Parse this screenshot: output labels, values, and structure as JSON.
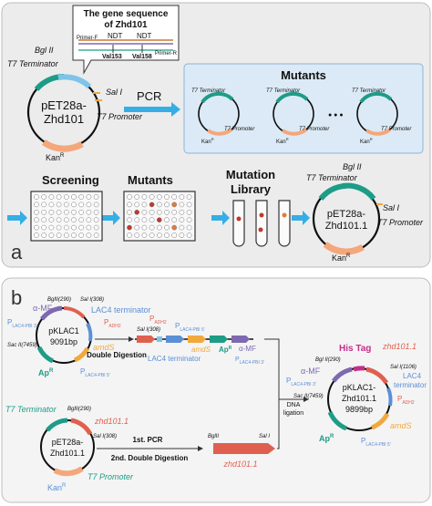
{
  "panel_a": {
    "letter": "a",
    "plasmid1": {
      "name_line1": "pET28a-",
      "name_line2": "Zhd101",
      "bgl": "Bgl II",
      "t7_term": "T7 Terminator",
      "sal": "Sal I",
      "t7_prom": "T7 Promoter",
      "kan": "Kan",
      "kan_sup": "R"
    },
    "callout": {
      "title_line1": "The gene sequence",
      "title_line2": "of Zhd101",
      "primer_f": "Primer-F",
      "ndt1": "NDT",
      "ndt2": "NDT",
      "primer_r": "Primer-R",
      "val153": "Val153",
      "val158": "Val158"
    },
    "pcr_label": "PCR",
    "mutants_box": {
      "title": "Mutants",
      "t7_term": "T7 Terminator",
      "t7_prom": "T7 Promoter",
      "kan": "Kan",
      "kan_sup": "R",
      "dots": "● ● ●"
    },
    "steps": {
      "screening": "Screening",
      "mutants": "Mutants",
      "library_line1": "Mutation",
      "library_line2": "Library"
    },
    "plasmid2": {
      "name_line1": "pET28a-",
      "name_line2": "Zhd101.1",
      "bgl": "Bgl II",
      "t7_term": "T7 Terminator",
      "sal": "Sal I",
      "t7_prom": "T7 Promoter",
      "kan": "Kan",
      "kan_sup": "R"
    }
  },
  "panel_b": {
    "letter": "b",
    "pklac1": {
      "name_line1": "pKLAC1",
      "name_line2": "9091bp",
      "bgl": "BglII(290)",
      "sal": "Sal I(308)",
      "amf": "α-MF",
      "lac4_term": "LAC4 terminator",
      "p_adh2": "P",
      "p_adh2_sub": "ADH2",
      "p_lac4_3": "P",
      "p_lac4_3_sub": "LAC4-PBI 3'",
      "sac": "Sac II(7459)",
      "amds": "amdS",
      "apr": "Ap",
      "apr_sup": "R",
      "p_lac4_5": "P",
      "p_lac4_5_sub": "LAC4-PBI 5'"
    },
    "digest": {
      "label": "Double Digestion",
      "sal": "Sal I(308)",
      "p_adh2": "P",
      "p_adh2_sub": "ADH2",
      "p_lac4_5": "P",
      "p_lac4_5_sub": "LAC4-PBI 5'",
      "amds": "amdS",
      "apr": "Ap",
      "apr_sup": "R",
      "amf": "α-MF",
      "p_lac4_3": "P",
      "p_lac4_3_sub": "LAC4-PBI 3'",
      "lac4_term": "LAC4 terminator"
    },
    "pet": {
      "name_line1": "pET28a-",
      "name_line2": "Zhd101.1",
      "t7_term": "T7 Terminator",
      "bgl": "BglII(290)",
      "zhd": "zhd101.1",
      "sal": "Sal I(308)",
      "t7_prom": "T7 Promoter",
      "kan": "Kan",
      "kan_sup": "R"
    },
    "pcr1": "1st. PCR",
    "pcr2": "2nd. Double Digestion",
    "fragment": {
      "bgl": "BglII",
      "sal": "Sal I",
      "zhd": "zhd101.1"
    },
    "ligation_line1": "DNA",
    "ligation_line2": "ligation",
    "final": {
      "name_line1": "pKLAC1-",
      "name_line2": "Zhd101.1",
      "name_line3": "9899bp",
      "his": "His Tag",
      "zhd": "zhd101.1",
      "bgl": "Bgl II(290)",
      "sal": "Sal I(1106)",
      "amf": "α-MF",
      "lac4_term_line1": "LAC4",
      "lac4_term_line2": "terminator",
      "p_lac4_3": "P",
      "p_lac4_3_sub": "LAC4-PBI 3'",
      "sac": "Sac II(7459)",
      "p_adh2": "P",
      "p_adh2_sub": "ADH2",
      "amds": "amdS",
      "apr": "Ap",
      "apr_sup": "R",
      "p_lac4_5": "P",
      "p_lac4_5_sub": "LAC4-PBI 5'"
    }
  },
  "colors": {
    "panel_a_bg": "#ececec",
    "panel_b_bg": "#f4f4f4",
    "box_blue": "#dbeaf6",
    "arrow_blue": "#35aee6",
    "teal": "#1d9c86",
    "orange": "#f4a77a",
    "purple": "#7e69b0",
    "blue_label": "#5b8fd6",
    "amds": "#f2a93c",
    "red_gene": "#e06050",
    "magenta": "#c22f8a"
  }
}
